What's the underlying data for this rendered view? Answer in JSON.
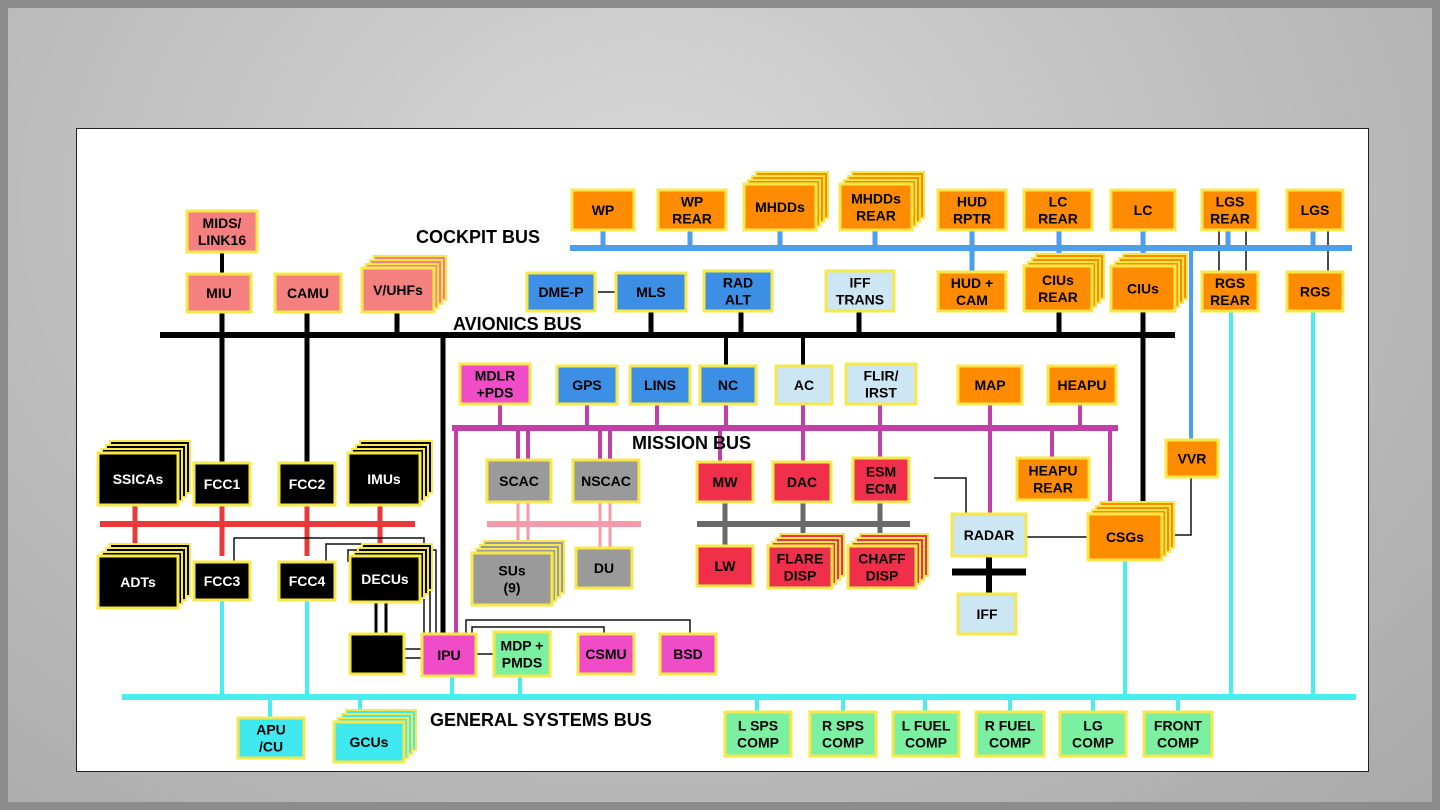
{
  "colors": {
    "cockpit": "#ff8c00",
    "avionics_node": "#f48080",
    "nav": "#3d8fe6",
    "light": "#cce6f4",
    "mission_node": "#f04cc8",
    "ew": "#f0304a",
    "gray": "#9a9a9a",
    "black": "#000000",
    "general": "#7af0a0",
    "cyan": "#40e8f0",
    "outline": "#f7e84a",
    "bus_cockpit": "#4aa0ee",
    "bus_avionics": "#000000",
    "bus_mission": "#c040a8",
    "bus_red": "#e83a3a",
    "bus_pink": "#f49aa8",
    "bus_gray": "#6a6a6a",
    "bus_general": "#4aeef0"
  },
  "buses": {
    "cockpit": "COCKPIT BUS",
    "avionics": "AVIONICS BUS",
    "mission": "MISSION BUS",
    "general": "GENERAL SYSTEMS BUS"
  },
  "nodes": {
    "wp": [
      "WP"
    ],
    "wp_rear": [
      "WP",
      "REAR"
    ],
    "mhdds": [
      "MHDDs"
    ],
    "mhdds_rear": [
      "MHDDs",
      "REAR"
    ],
    "hud_rptr": [
      "HUD",
      "RPTR"
    ],
    "lc_rear": [
      "LC",
      "REAR"
    ],
    "lc": [
      "LC"
    ],
    "lgs_rear": [
      "LGS",
      "REAR"
    ],
    "lgs": [
      "LGS"
    ],
    "mids": [
      "MIDS/",
      "LINK16"
    ],
    "miu": [
      "MIU"
    ],
    "camu": [
      "CAMU"
    ],
    "vuhfs": [
      "V/UHFs"
    ],
    "dmep": [
      "DME-P"
    ],
    "mls": [
      "MLS"
    ],
    "radalt": [
      "RAD",
      "ALT"
    ],
    "ifftrans": [
      "IFF",
      "TRANS"
    ],
    "hudcam": [
      "HUD +",
      "CAM"
    ],
    "cius_rear": [
      "CIUs",
      "REAR"
    ],
    "cius": [
      "CIUs"
    ],
    "rgs_rear": [
      "RGS",
      "REAR"
    ],
    "rgs": [
      "RGS"
    ],
    "mdlr": [
      "MDLR",
      "+PDS"
    ],
    "gps": [
      "GPS"
    ],
    "lins": [
      "LINS"
    ],
    "nc": [
      "NC"
    ],
    "ac": [
      "AC"
    ],
    "flir": [
      "FLIR/",
      "IRST"
    ],
    "map": [
      "MAP"
    ],
    "heapu": [
      "HEAPU"
    ],
    "ssicas": [
      "SSICAs"
    ],
    "fcc1": [
      "FCC1"
    ],
    "fcc2": [
      "FCC2"
    ],
    "imus": [
      "IMUs"
    ],
    "scac": [
      "SCAC"
    ],
    "nscac": [
      "NSCAC"
    ],
    "mw": [
      "MW"
    ],
    "dac": [
      "DAC"
    ],
    "esm": [
      "ESM",
      "ECM"
    ],
    "heapu_rear": [
      "HEAPU",
      "REAR"
    ],
    "vvr": [
      "VVR"
    ],
    "adts": [
      "ADTs"
    ],
    "fcc3": [
      "FCC3"
    ],
    "fcc4": [
      "FCC4"
    ],
    "decus": [
      "DECUs"
    ],
    "sus": [
      "SUs",
      "(9)"
    ],
    "du": [
      "DU"
    ],
    "lw": [
      "LW"
    ],
    "flare": [
      "FLARE",
      "DISP"
    ],
    "chaff": [
      "CHAFF",
      "DISP"
    ],
    "radar": [
      "RADAR"
    ],
    "csgs": [
      "CSGs"
    ],
    "iff": [
      "IFF"
    ],
    "blank": [],
    "ipu": [
      "IPU"
    ],
    "mdp": [
      "MDP +",
      "PMDS"
    ],
    "csmu": [
      "CSMU"
    ],
    "bsd": [
      "BSD"
    ],
    "apu": [
      "APU",
      "/CU"
    ],
    "gcus": [
      "GCUs"
    ],
    "lsps": [
      "L SPS",
      "COMP"
    ],
    "rsps": [
      "R SPS",
      "COMP"
    ],
    "lfuel": [
      "L FUEL",
      "COMP"
    ],
    "rfuel": [
      "R FUEL",
      "COMP"
    ],
    "lg": [
      "LG",
      "COMP"
    ],
    "front": [
      "FRONT",
      "COMP"
    ]
  }
}
